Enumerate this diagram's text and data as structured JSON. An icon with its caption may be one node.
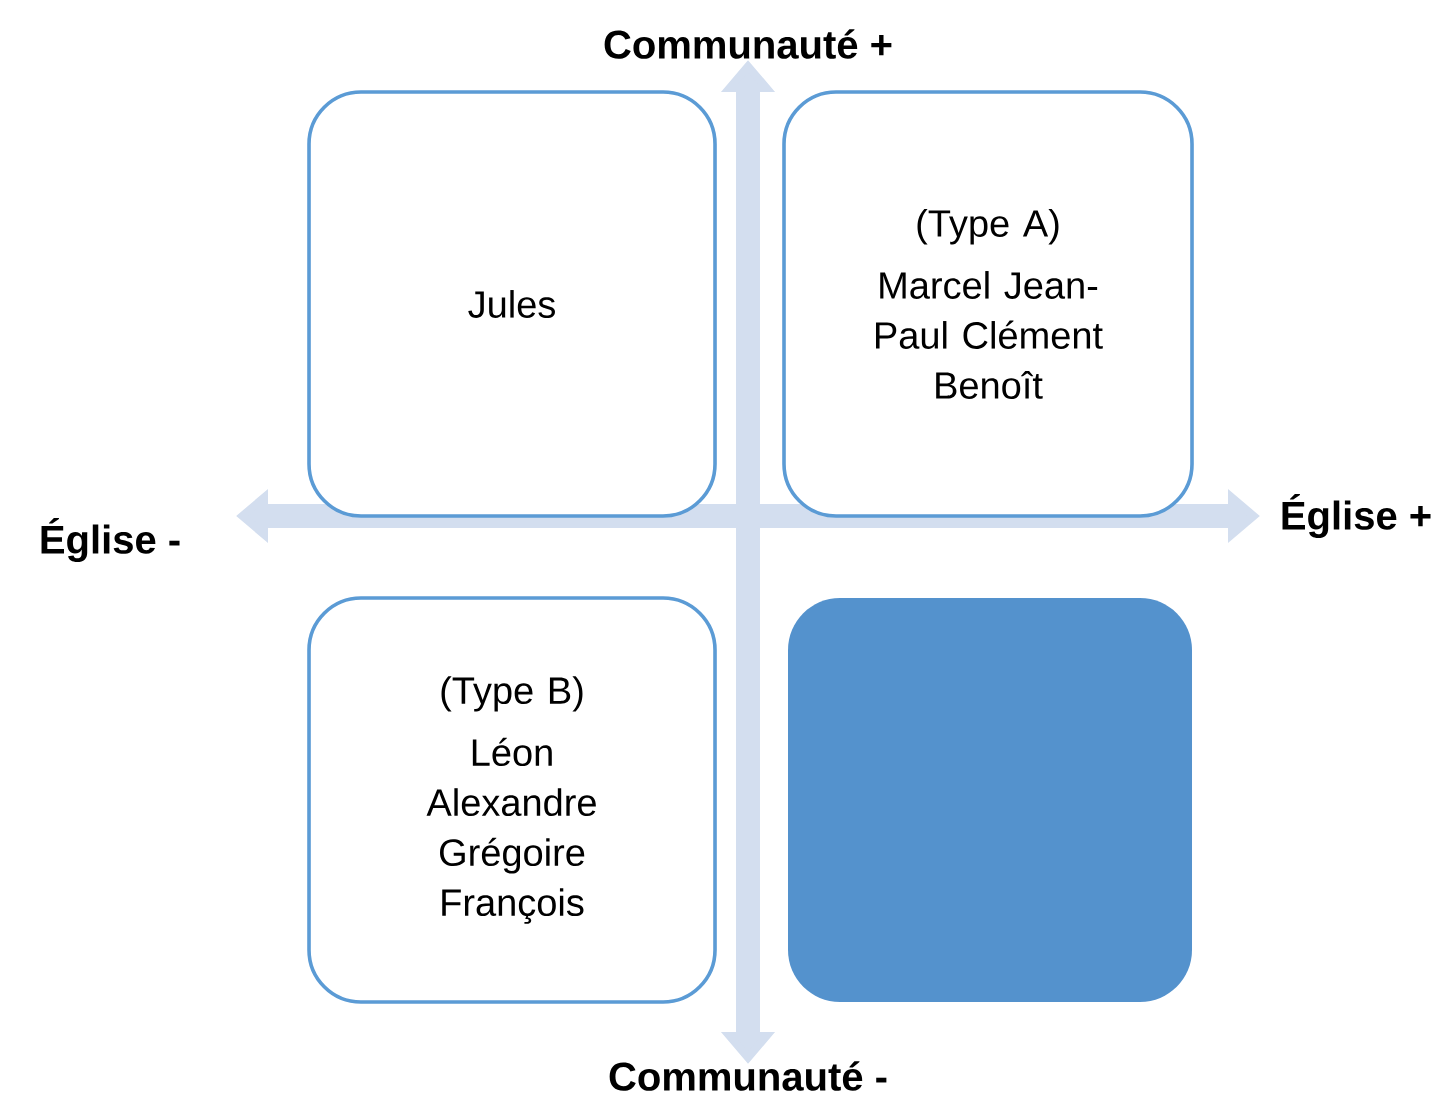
{
  "diagram": {
    "nodes": [
      {
        "text": [
          "Jules"
        ]
      },
      {
        "text": [
          "(Type A)",
          "Marcel Jean-Paul Clément Benoît"
        ]
      },
      {
        "text": [
          "(Type B)",
          "Léon Alexandre Grégoire François"
        ]
      },
      {
        "text": [],
        "shape": "box"
      }
    ],
    "labels": [
      "Communauté +",
      "Église -",
      "Église +",
      "Communauté -"
    ]
  }
}
